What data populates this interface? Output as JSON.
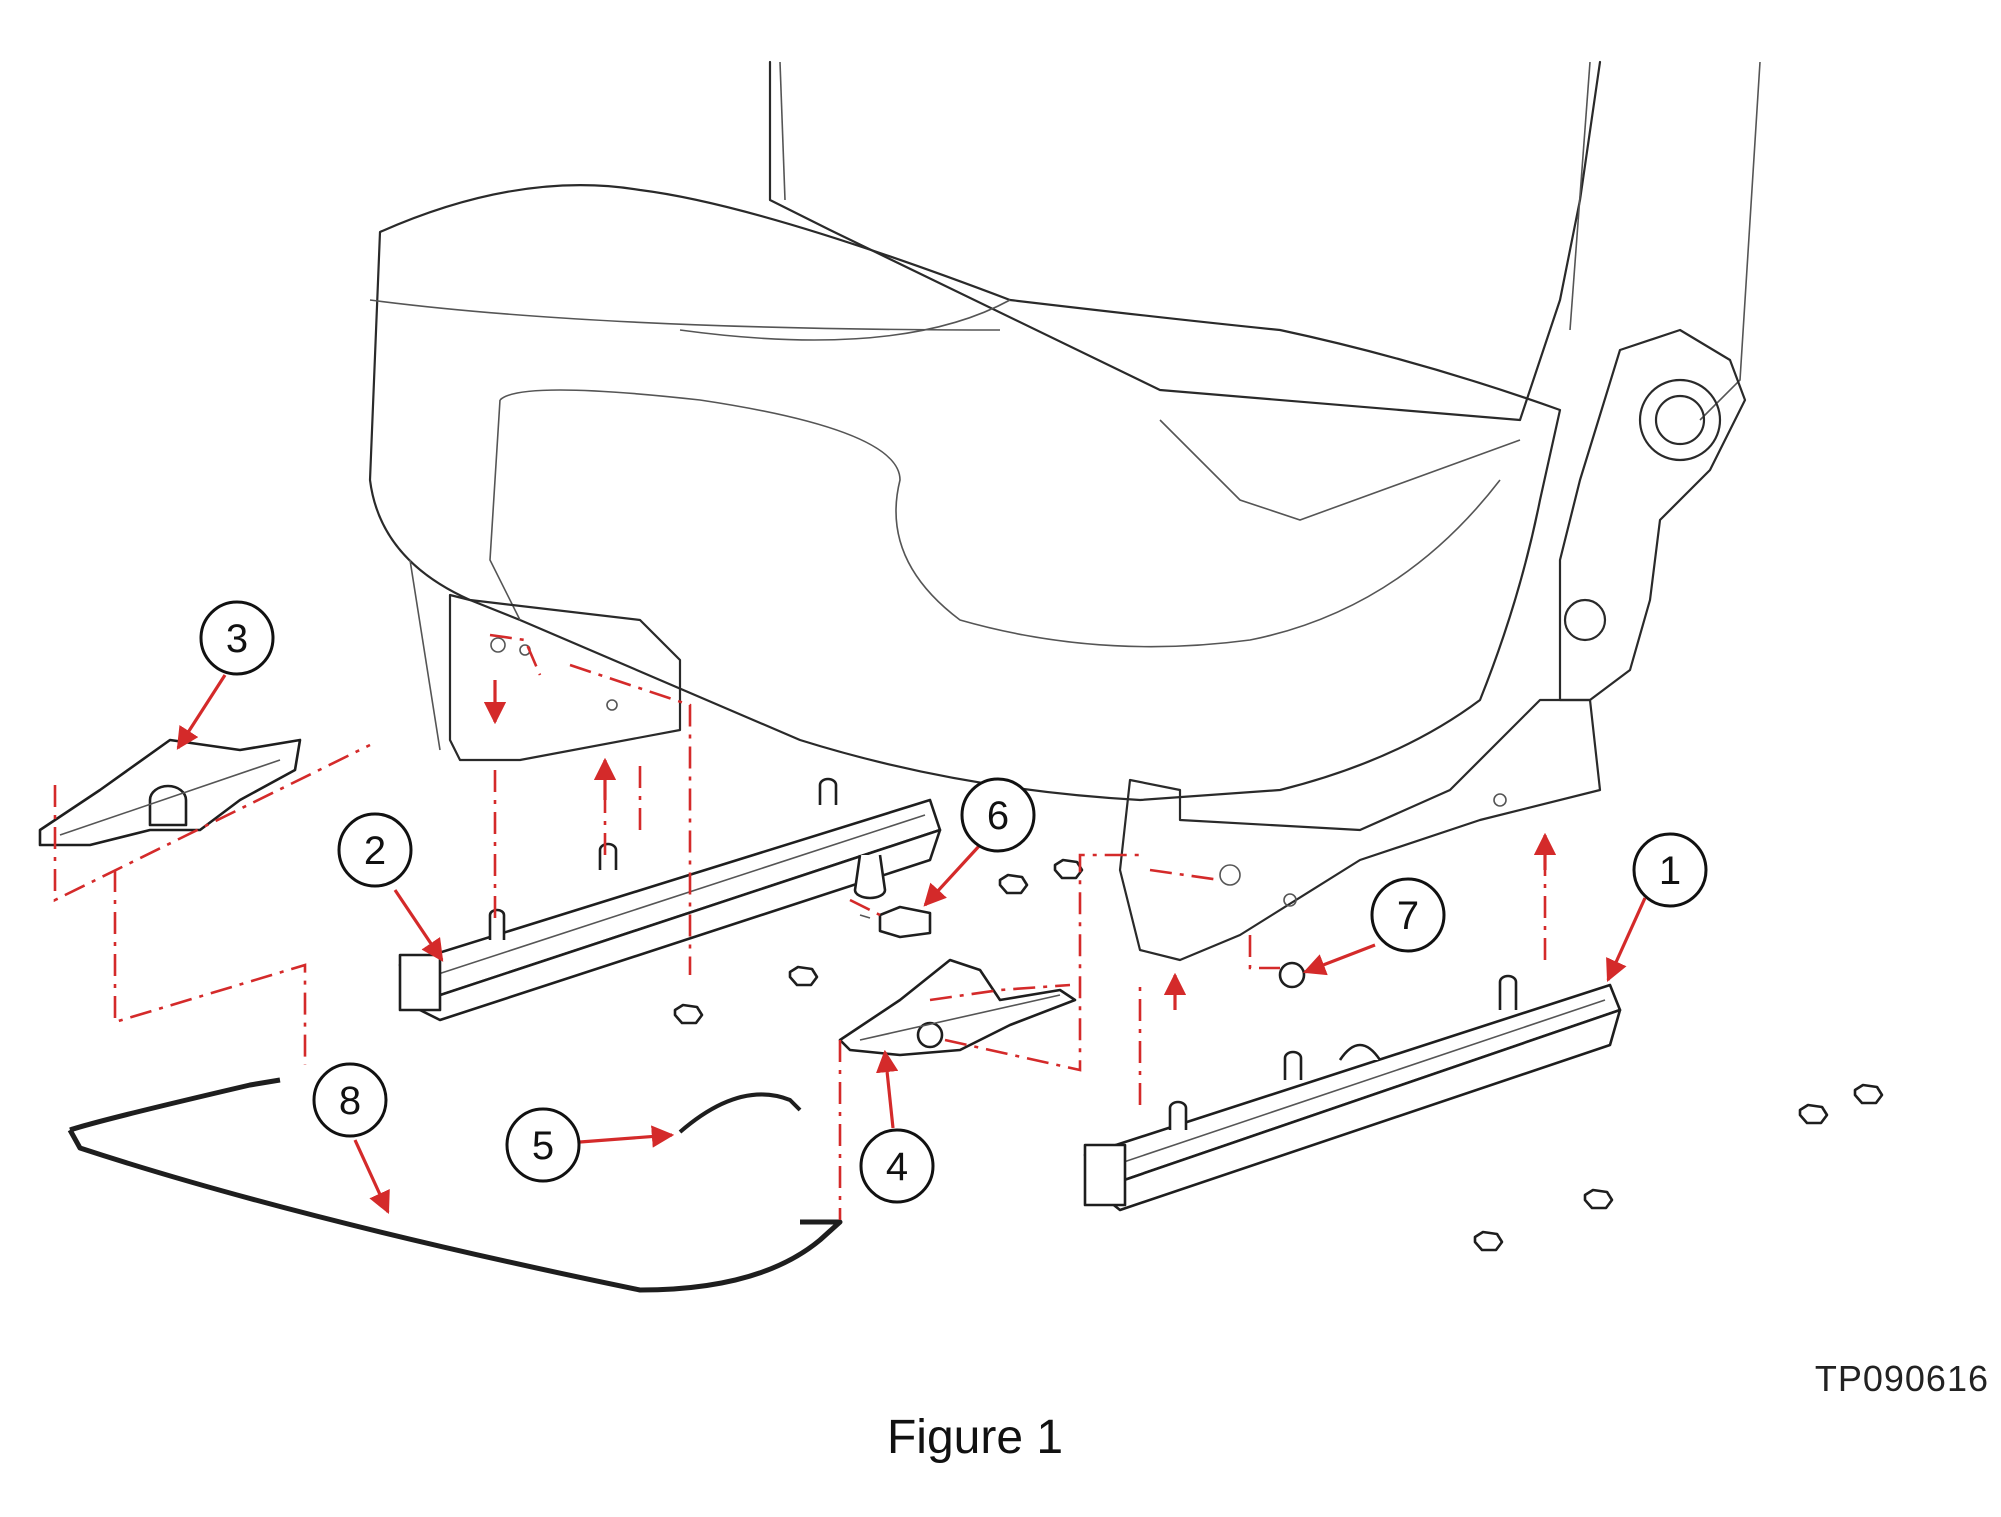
{
  "figure": {
    "id_label": "TP090616",
    "caption": "Figure 1",
    "accent_color": "#d42a2a",
    "line_color": "#1e1e1e"
  },
  "callouts": [
    {
      "number": "1"
    },
    {
      "number": "2"
    },
    {
      "number": "3"
    },
    {
      "number": "4"
    },
    {
      "number": "5"
    },
    {
      "number": "6"
    },
    {
      "number": "7"
    },
    {
      "number": "8"
    }
  ]
}
